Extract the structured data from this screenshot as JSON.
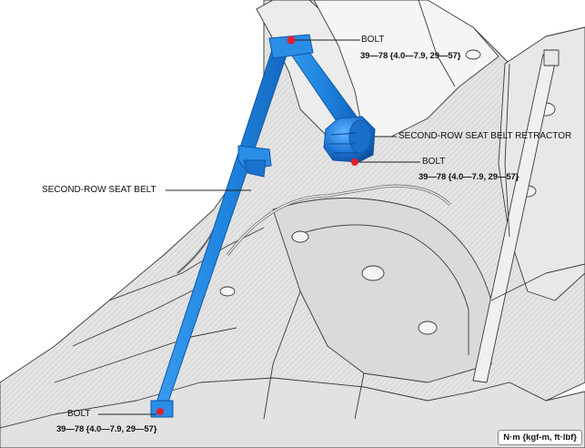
{
  "labels": {
    "bolt_top": "BOLT",
    "torque_top": "39—78 {4.0—7.9, 29—57}",
    "retractor": "SECOND-ROW SEAT BELT RETRACTOR",
    "bolt_mid": "BOLT",
    "torque_mid": "39—78 {4.0—7.9, 29—57}",
    "seat_belt": "SECOND-ROW SEAT BELT",
    "bolt_bottom": "BOLT",
    "torque_bottom": "39—78 {4.0—7.9, 29—57}"
  },
  "unit": "N·m {kgf-m, ft·lbf}",
  "colors": {
    "belt_blue": "#1f86e0",
    "belt_dark": "#0d58a8",
    "bolt_red": "#e0202a",
    "body_gray": "#d9d9d9",
    "line_dark": "#3a3a3a"
  }
}
